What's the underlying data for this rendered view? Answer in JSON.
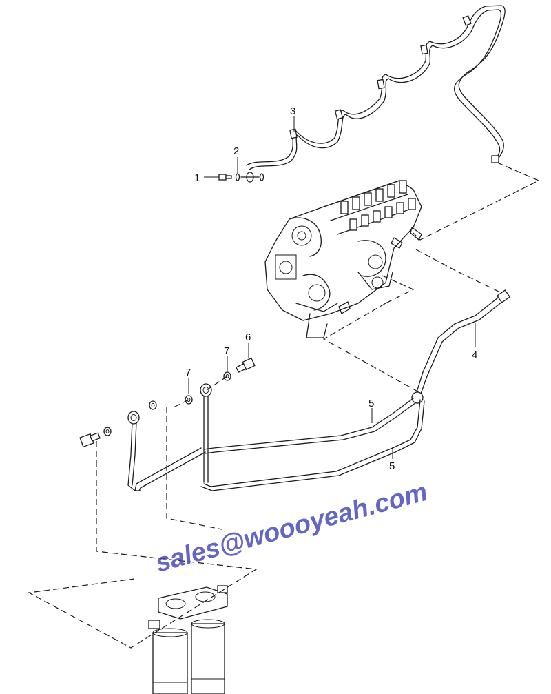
{
  "diagram": {
    "parts": [
      {
        "id": "1",
        "label": "1"
      },
      {
        "id": "2",
        "label": "2"
      },
      {
        "id": "3",
        "label": "3"
      },
      {
        "id": "4",
        "label": "4"
      },
      {
        "id": "5a",
        "label": "5"
      },
      {
        "id": "5b",
        "label": "5"
      },
      {
        "id": "6",
        "label": "6"
      },
      {
        "id": "7a",
        "label": "7"
      },
      {
        "id": "7b",
        "label": "7"
      }
    ],
    "watermark": "sales@woooyeah.com",
    "colors": {
      "line": "#1a1a1a",
      "watermark": "#4a4ab8"
    }
  }
}
